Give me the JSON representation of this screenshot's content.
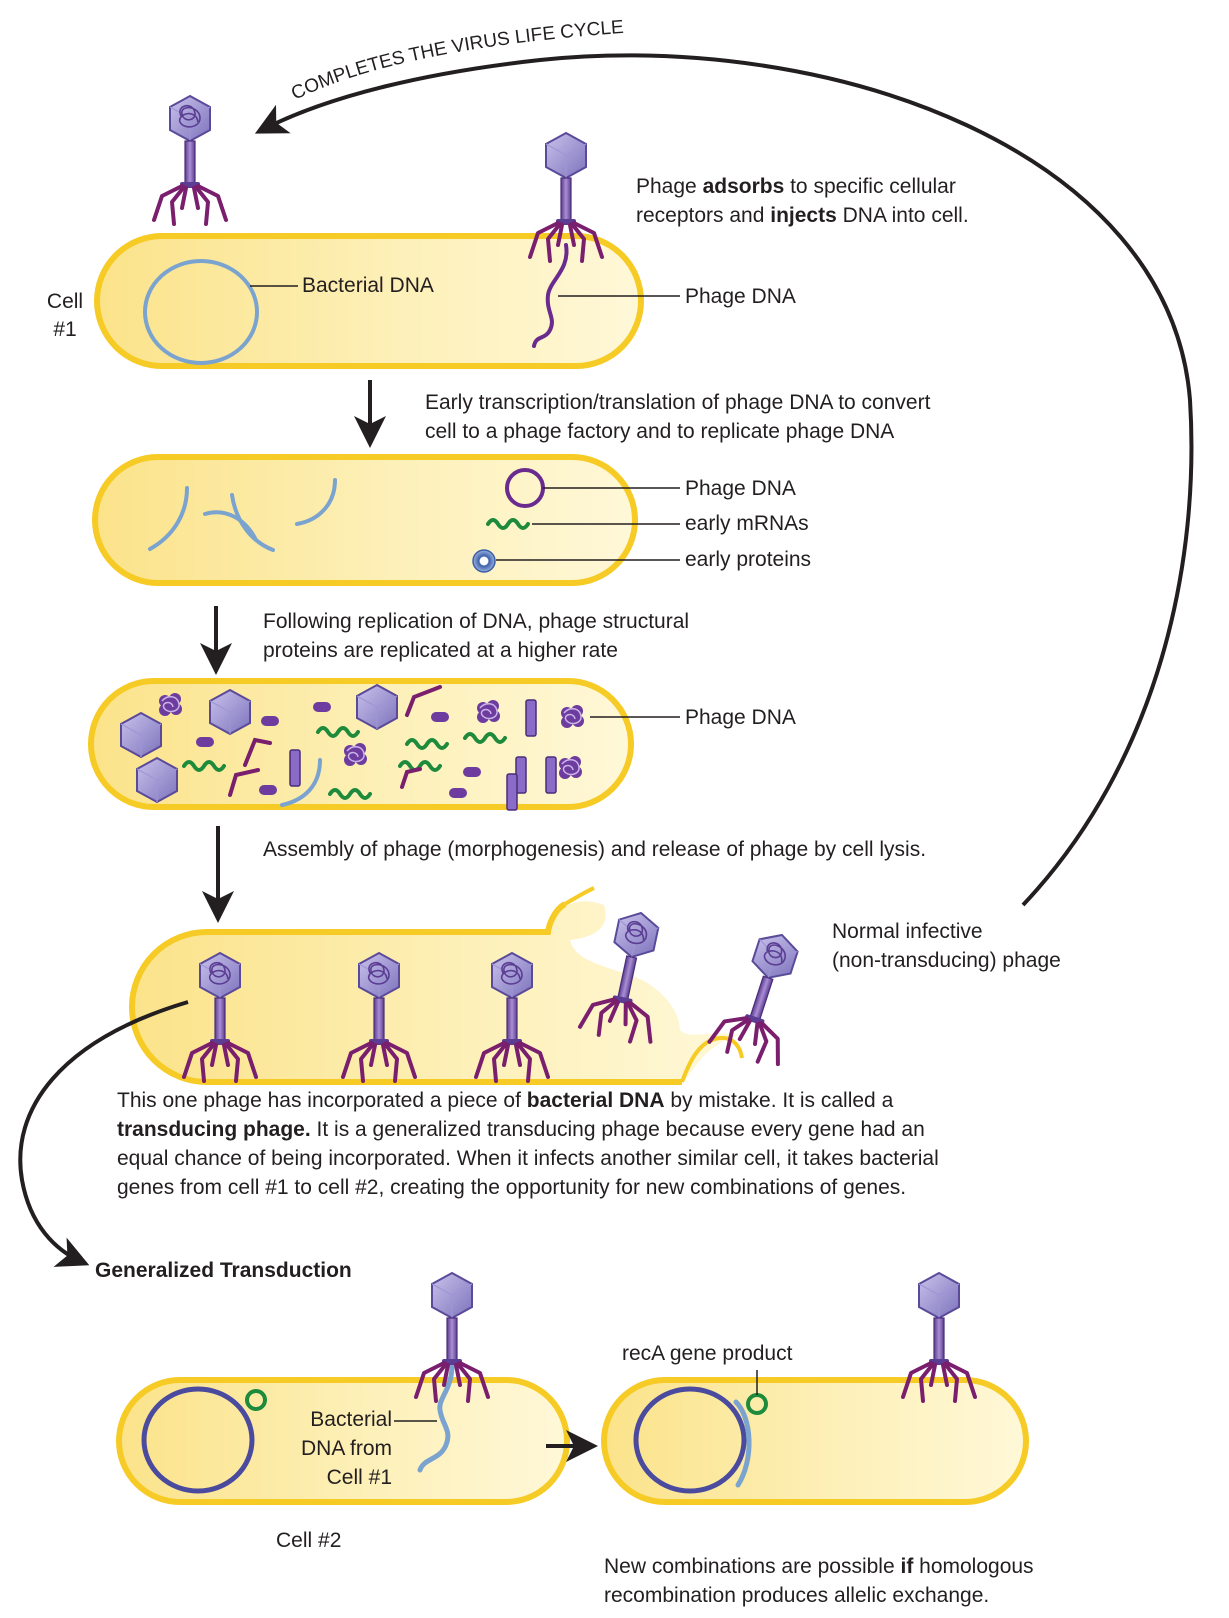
{
  "arc_label": "COMPLETES THE VIRUS LIFE CYCLE",
  "cell1": {
    "name_line1": "Cell",
    "name_line2": "#1",
    "bacterial_dna": "Bacterial DNA",
    "phage_dna": "Phage DNA",
    "adsorbs": {
      "t1": "Phage ",
      "b1": "adsorbs",
      "t2": " to specific cellular",
      "t3": "receptors and ",
      "b2": "injects",
      "t4": " DNA into cell."
    }
  },
  "step1": {
    "line1": "Early transcription/translation of phage DNA to convert",
    "line2": "cell to a phage factory and to replicate phage DNA"
  },
  "cell2_labels": {
    "phage_dna": "Phage DNA",
    "early_mrnas": "early mRNAs",
    "early_proteins": "early proteins"
  },
  "step2": {
    "line1": "Following replication of DNA, phage structural",
    "line2": "proteins are replicated at a higher rate"
  },
  "cell3_label": "Phage DNA",
  "step3": "Assembly of phage (morphogenesis) and release of phage by cell lysis.",
  "normal_phage": {
    "line1": "Normal infective",
    "line2": "(non-transducing) phage"
  },
  "transducing_para": {
    "t1": "This one phage has incorporated a piece of ",
    "b1": "bacterial DNA",
    "t2": " by mistake. It is called a",
    "b2": "transducing phage.",
    "t3": " It is a generalized transducing phage because every gene had an",
    "t4": "equal chance of being incorporated. When it infects another similar cell, it takes bacterial",
    "t5": "genes from cell #1 to cell #2, creating the opportunity for new combinations of genes."
  },
  "generalized_title": "Generalized Transduction",
  "cell_b": {
    "bact_line1": "Bacterial",
    "bact_line2": "DNA from",
    "bact_line3": "Cell #1",
    "name": "Cell #2"
  },
  "reca_label": "recA gene product",
  "new_combo": {
    "t1": "New combinations are possible ",
    "b1": "if",
    "t2": " homologous",
    "t3": "recombination produces allelic exchange."
  },
  "colors": {
    "cell_fill": "#fdeea5",
    "cell_border": "#f6cb25",
    "phage_purple": "#8a80c4",
    "tail_fiber": "#7a1f6e",
    "bacterial_dna": "#7aa3cf",
    "phage_dna_stroke": "#6a2a8e",
    "mrna_green": "#1e8a3c",
    "arrow_black": "#231f20"
  }
}
